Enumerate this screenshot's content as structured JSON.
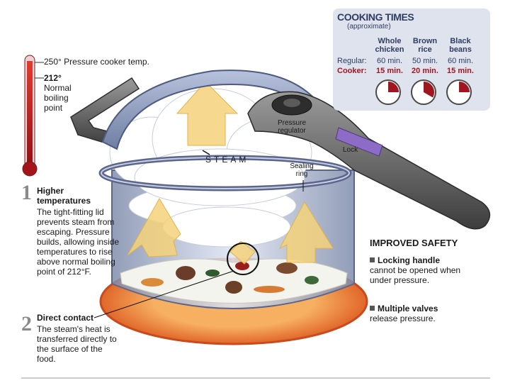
{
  "cooking_times": {
    "title": "COOKING TIMES",
    "subtitle": "(approximate)",
    "columns": [
      "Whole chicken",
      "Brown rice",
      "Black beans"
    ],
    "row_labels": {
      "regular": "Regular:",
      "cooker": "Cooker:"
    },
    "regular": [
      "60 min.",
      "50 min.",
      "60 min."
    ],
    "cooker": [
      "15 min.",
      "20 min.",
      "15 min."
    ],
    "cooker_fraction_of_hour": [
      0.25,
      0.333,
      0.25
    ]
  },
  "thermometer": {
    "pressure_temp": "250° Pressure cooker temp.",
    "boiling_temp": "212°",
    "boiling_desc": "Normal boiling point"
  },
  "labels": {
    "regulator": "Pressure regulator",
    "lock": "Lock",
    "steam": "STEAM",
    "sealing_ring": "Sealing ring"
  },
  "step1": {
    "number": "1",
    "title": "Higher temperatures",
    "text": "The tight-fitting lid prevents steam from escaping. Pressure builds, allowing inside temperatures to rise above normal boiling point of 212°F."
  },
  "step2": {
    "number": "2",
    "title": "Direct contact",
    "text": "The steam's heat is transferred directly to the surface of the food."
  },
  "safety": {
    "title": "IMPROVED SAFETY",
    "item1_title": "Locking handle",
    "item1_text": "cannot be opened when under pressure.",
    "item2_title": "Multiple valves",
    "item2_text": "release pressure."
  },
  "colors": {
    "panel": "#dfe3ee",
    "accent_red": "#a01620",
    "pot_metal": "#8d9bbd",
    "steam_arrow": "#f5d27a",
    "burner": "#e0662a"
  }
}
